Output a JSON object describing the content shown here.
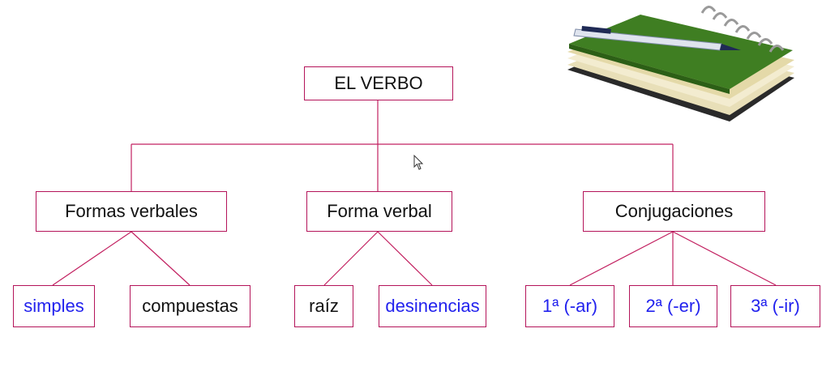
{
  "diagram": {
    "root": {
      "label": "EL VERBO"
    },
    "branches": [
      {
        "label": "Formas verbales",
        "children": [
          "simples",
          "compuestas"
        ]
      },
      {
        "label": "Forma verbal",
        "children": [
          "raíz",
          "desinencias"
        ]
      },
      {
        "label": "Conjugaciones",
        "children": [
          "1ª (-ar)",
          "2ª (-er)",
          "3ª (-ir)"
        ]
      }
    ]
  },
  "colors": {
    "border": "#b4145a",
    "link_text": "#2222ee",
    "text": "#111111"
  },
  "decorations": {
    "image": "notebook-with-pen-icon",
    "pointer": "mouse-cursor-icon"
  }
}
